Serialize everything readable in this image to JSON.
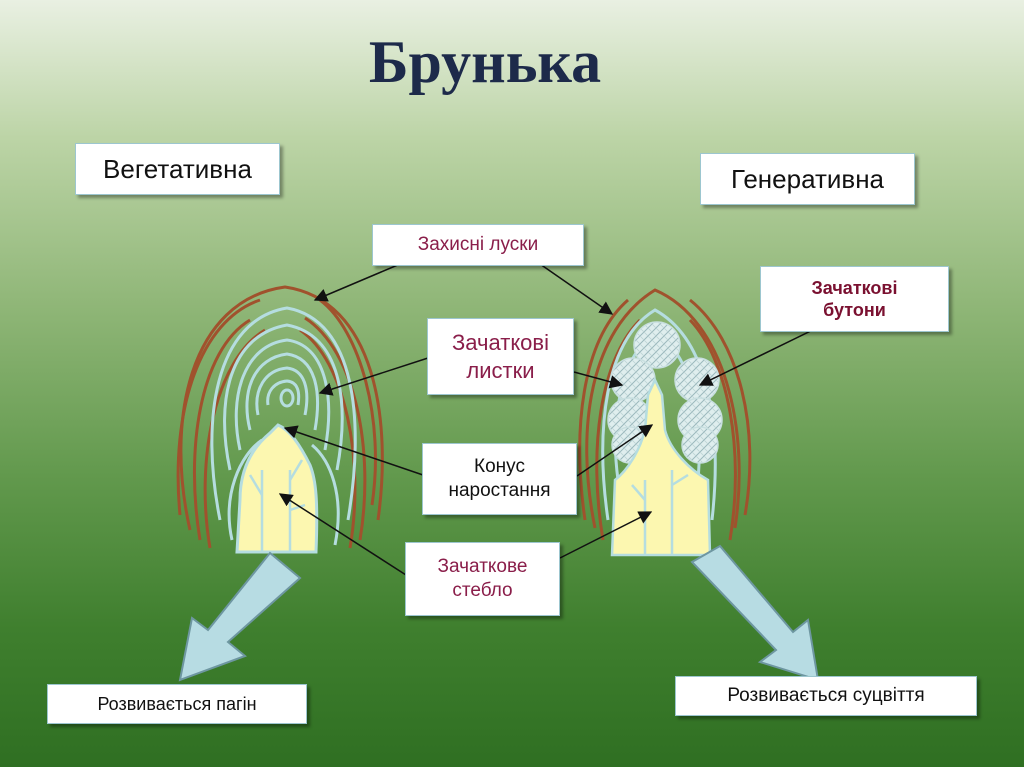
{
  "title": "Брунька",
  "labels": {
    "vegetative": "Вегетативна",
    "generative": "Генеративна",
    "protective_scales": "Захисні луски",
    "leaf_primordia_1": "Зачаткові",
    "leaf_primordia_2": "листки",
    "growth_cone_1": "Конус",
    "growth_cone_2": "наростання",
    "stem_primordium_1": "Зачаткове",
    "stem_primordium_2": "стебло",
    "flower_buds_1": "Зачаткові",
    "flower_buds_2": "бутони",
    "develops_shoot": "Розвивається пагін",
    "develops_inflorescence": "Розвивається суцвіття"
  },
  "colors": {
    "scale_brown": "#a0522d",
    "leaf_blue": "#b5dde0",
    "stem_yellow": "#fcf7b0",
    "arrow_fill": "#b7dce3",
    "title": "#1d2a4a",
    "label_accent": "#8a1e4a"
  }
}
